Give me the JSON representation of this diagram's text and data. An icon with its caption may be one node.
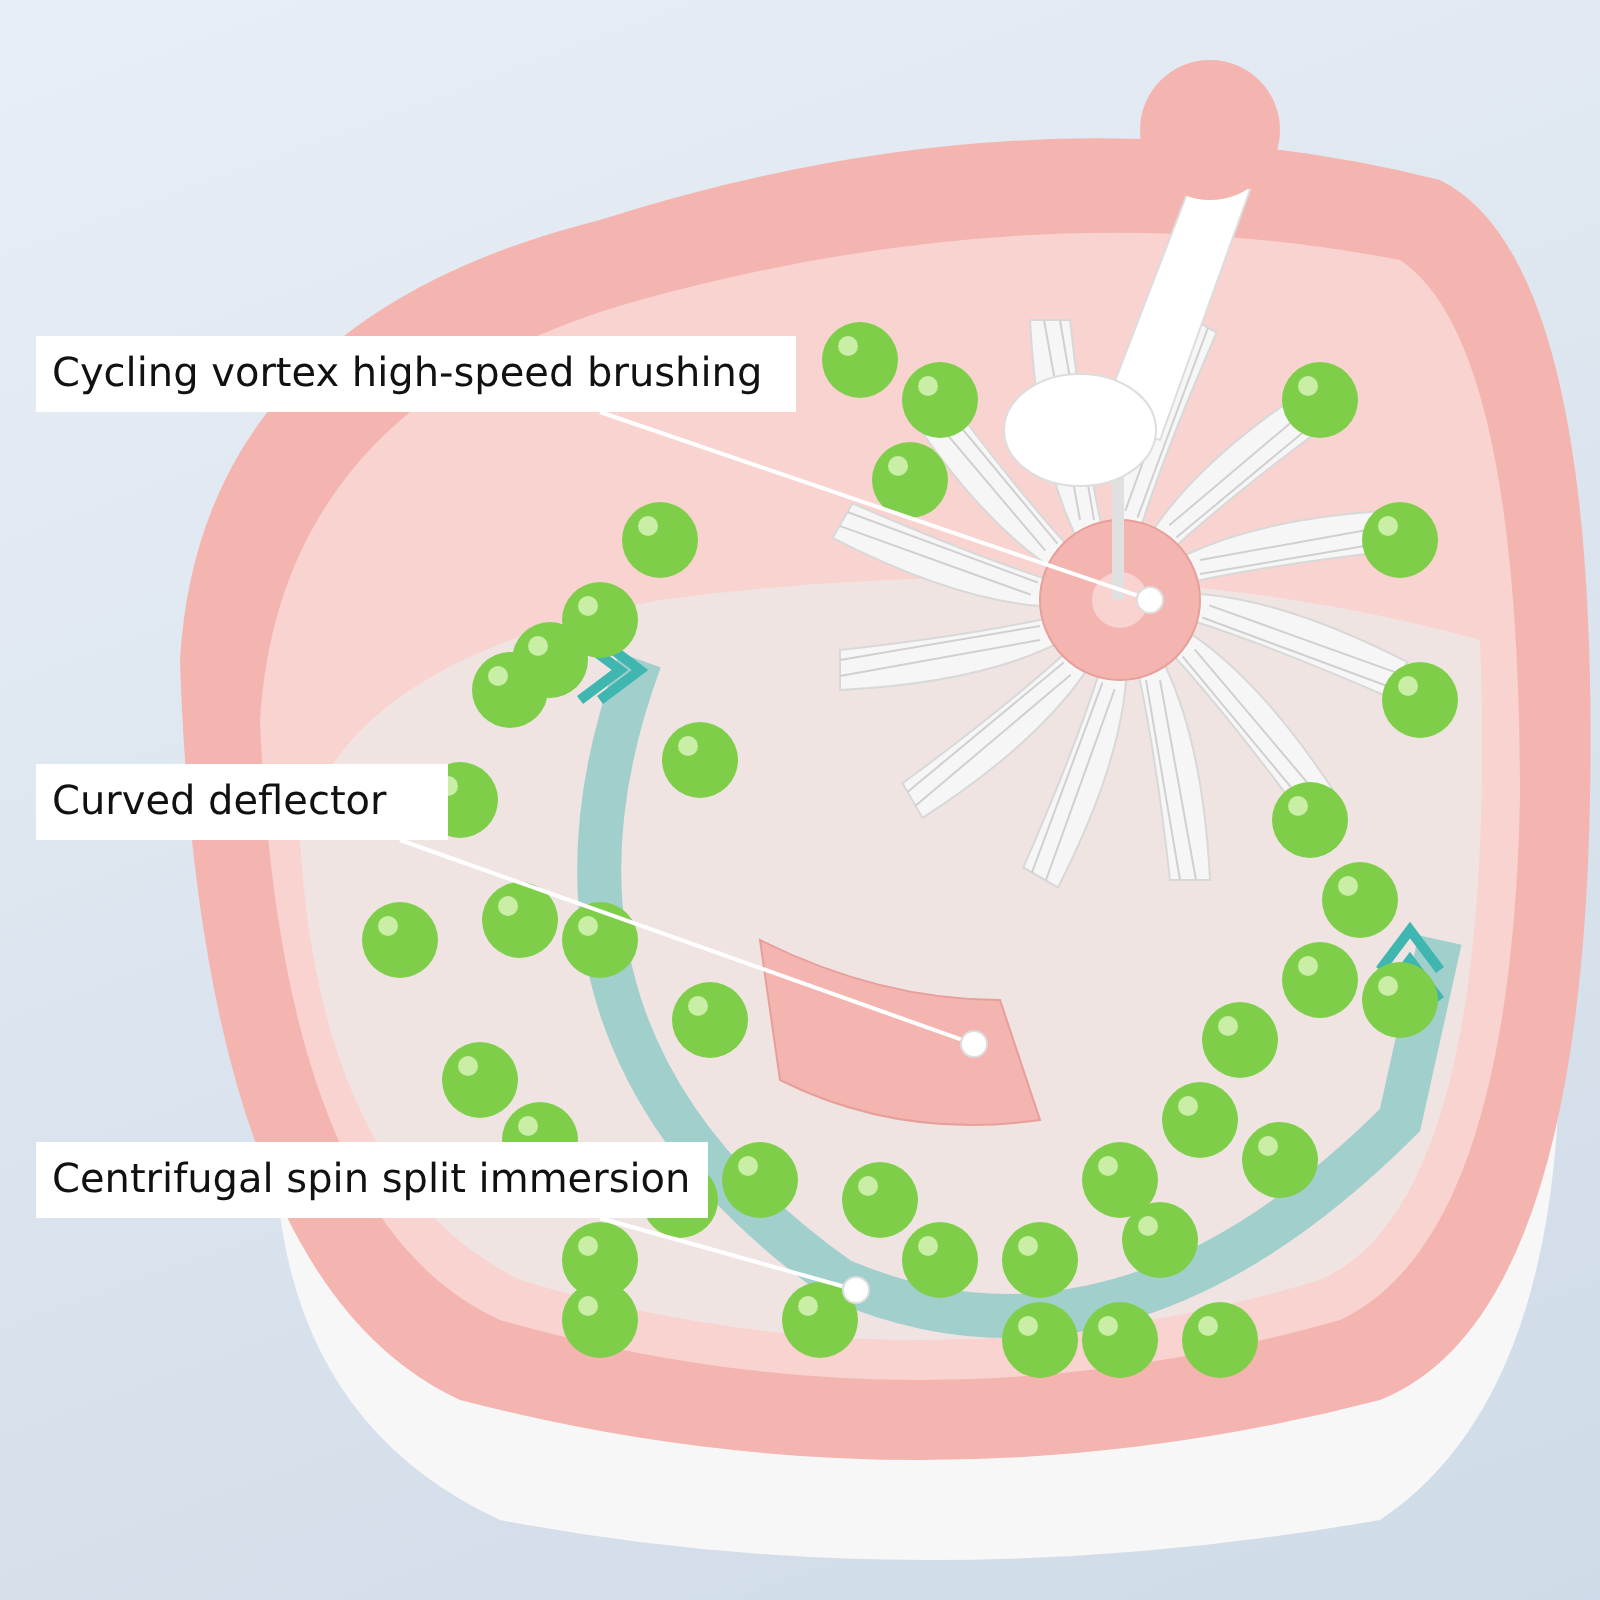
{
  "diagram": {
    "nodes": [
      {
        "text": [
          "Cycling vortex high-speed brushing"
        ]
      },
      {
        "text": [
          "Curved deflector"
        ]
      },
      {
        "text": [
          "Centrifugal spin split immersion"
        ]
      },
      {
        "text": [],
        "shape": "circle"
      },
      {
        "text": [],
        "shape": "circle"
      },
      {
        "text": [],
        "shape": "circle"
      }
    ],
    "edges": [
      {
        "from": 0,
        "to": 3,
        "arrow": "none"
      },
      {
        "from": 1,
        "to": 4,
        "arrow": "none"
      },
      {
        "from": 2,
        "to": 5,
        "arrow": "none"
      }
    ]
  }
}
